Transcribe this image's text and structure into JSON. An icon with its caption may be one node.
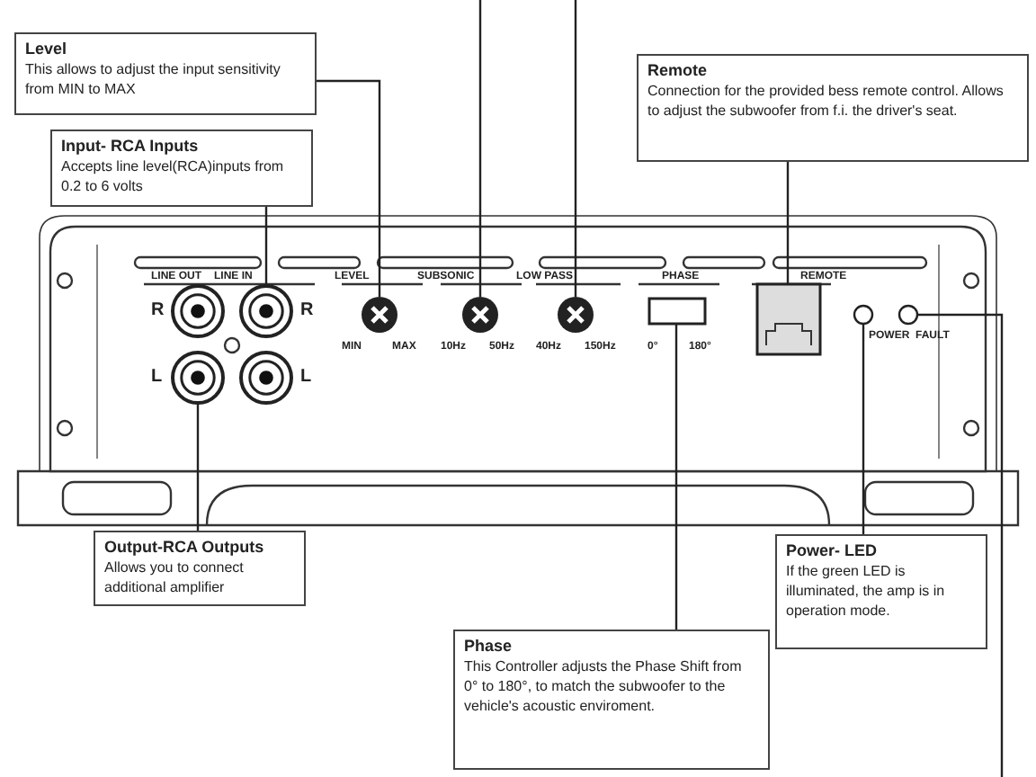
{
  "diagram": {
    "nodes": [
      {
        "text": [
          "Level",
          "This allows to adjust the input sensitivity from MIN to MAX"
        ]
      },
      {
        "text": [
          "Input- RCA Inputs",
          "Accepts line level(RCA)inputs from 0.2 to 6 volts"
        ]
      },
      {
        "text": [
          "Remote",
          "Connection for the provided bess remote control. Allows to adjust the subwoofer from f.i. the driver's seat."
        ]
      },
      {
        "text": [
          "Output-RCA Outputs",
          "Allows you to connect additional amplifier"
        ]
      },
      {
        "text": [
          "Power- LED",
          "If the green LED is illuminated, the amp is in operation mode."
        ]
      },
      {
        "text": [
          "Phase",
          "This Controller adjusts the Phase Shift from 0° to 180°, to match the subwoofer to the vehicle's acoustic enviroment."
        ]
      },
      {
        "text": [],
        "shape": "circle"
      },
      {
        "text": [],
        "shape": "circle"
      },
      {
        "text": [],
        "shape": "box"
      },
      {
        "text": [],
        "shape": "circle"
      },
      {
        "text": [],
        "shape": "circle"
      },
      {
        "text": [],
        "shape": "box"
      },
      {
        "text": [],
        "shape": "circle"
      },
      {
        "text": [],
        "shape": "circle"
      },
      {
        "text": [],
        "shape": "circle"
      },
      {
        "text": [],
        "shape": "circle"
      },
      {
        "text": [],
        "shape": "circle"
      }
    ],
    "edges": [
      {
        "from": 0,
        "to": 6,
        "arrow": "none"
      },
      {
        "from": 1,
        "to": 7,
        "arrow": "none"
      },
      {
        "from": 2,
        "to": 8,
        "arrow": "none"
      },
      {
        "from": 9,
        "to": 3,
        "arrow": "none"
      },
      {
        "from": 4,
        "to": 10,
        "arrow": "none"
      },
      {
        "from": 5,
        "to": 11,
        "arrow": "none"
      },
      {
        "from": null,
        "to": 12,
        "arrow": "none"
      },
      {
        "from": null,
        "to": 13,
        "arrow": "none"
      },
      {
        "from": 14,
        "to": null,
        "arrow": "none"
      }
    ],
    "labels": [
      "LINE OUT",
      "LINE IN",
      "LEVEL",
      "SUBSONIC",
      "LOW PASS",
      "PHASE",
      "REMOTE",
      "R",
      "R",
      "POWER",
      "FAULT",
      "MIN",
      "MAX",
      "10Hz",
      "50Hz",
      "40Hz",
      "150Hz",
      "0°",
      "180°",
      "L",
      "L"
    ]
  }
}
